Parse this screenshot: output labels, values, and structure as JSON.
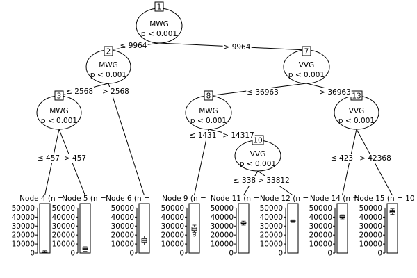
{
  "tree": {
    "inner_nodes": [
      {
        "id": "1",
        "variable": "MWG",
        "pvalue": "p < 0.001"
      },
      {
        "id": "2",
        "variable": "MWG",
        "pvalue": "p < 0.001"
      },
      {
        "id": "3",
        "variable": "MWG",
        "pvalue": "p < 0.001"
      },
      {
        "id": "7",
        "variable": "VVG",
        "pvalue": "p < 0.001"
      },
      {
        "id": "8",
        "variable": "MWG",
        "pvalue": "p < 0.001"
      },
      {
        "id": "10",
        "variable": "VVG",
        "pvalue": "p < 0.001"
      },
      {
        "id": "13",
        "variable": "VVG",
        "pvalue": "p < 0.001"
      }
    ],
    "edges": [
      {
        "from": "1",
        "to": "2",
        "label": "≤ 9964"
      },
      {
        "from": "1",
        "to": "7",
        "label": "> 9964"
      },
      {
        "from": "2",
        "to": "3",
        "label": "≤ 2568"
      },
      {
        "from": "2",
        "to": "6",
        "label": "> 2568"
      },
      {
        "from": "3",
        "to": "4",
        "label": "≤ 457"
      },
      {
        "from": "3",
        "to": "5",
        "label": "> 457"
      },
      {
        "from": "7",
        "to": "8",
        "label": "≤ 36963"
      },
      {
        "from": "7",
        "to": "13",
        "label": "> 36963"
      },
      {
        "from": "8",
        "to": "9",
        "label": "≤ 1431"
      },
      {
        "from": "8",
        "to": "10",
        "label": "> 14317"
      },
      {
        "from": "10",
        "to": "11",
        "label": "≤ 338"
      },
      {
        "from": "10",
        "to": "12",
        "label": "> 33812"
      },
      {
        "from": "13",
        "to": "14",
        "label": "≤ 423"
      },
      {
        "from": "13",
        "to": "15",
        "label": "> 42368"
      }
    ],
    "terminal_nodes": [
      {
        "id": "4",
        "header": "Node 4 (n =",
        "median": 1000,
        "q1": 500,
        "q3": 1500,
        "whisker_low": 0,
        "whisker_high": 2500,
        "outliers": []
      },
      {
        "id": "5",
        "header": "Node 5 (n =",
        "median": 4500,
        "q1": 3500,
        "q3": 5500,
        "whisker_low": 2000,
        "whisker_high": 7000,
        "outliers": []
      },
      {
        "id": "6",
        "header": "Node 6 (n =",
        "median": 14000,
        "q1": 12000,
        "q3": 16000,
        "whisker_low": 9000,
        "whisker_high": 19000,
        "outliers": []
      },
      {
        "id": "9",
        "header": "Node 9 (n =",
        "median": 27000,
        "q1": 25000,
        "q3": 29000,
        "whisker_low": 23000,
        "whisker_high": 31000,
        "outliers": [
          20000,
          22000
        ]
      },
      {
        "id": "11",
        "header": "Node 11 (n =",
        "median": 33000,
        "q1": 32000,
        "q3": 34500,
        "whisker_low": 31000,
        "whisker_high": 35500,
        "outliers": []
      },
      {
        "id": "12",
        "header": "Node 12 (n =",
        "median": 35500,
        "q1": 34500,
        "q3": 36500,
        "whisker_low": 34000,
        "whisker_high": 37000,
        "outliers": []
      },
      {
        "id": "14",
        "header": "Node 14 (n =",
        "median": 40000,
        "q1": 39000,
        "q3": 41500,
        "whisker_low": 38000,
        "whisker_high": 42500,
        "outliers": []
      },
      {
        "id": "15",
        "header": "Node 15 (n = 10",
        "median": 46000,
        "q1": 44500,
        "q3": 47500,
        "whisker_low": 43000,
        "whisker_high": 49000,
        "outliers": []
      }
    ],
    "y_axis": {
      "range": [
        0,
        55000
      ],
      "ticks": [
        "0",
        "10000",
        "20000",
        "30000",
        "40000",
        "50000"
      ]
    }
  }
}
